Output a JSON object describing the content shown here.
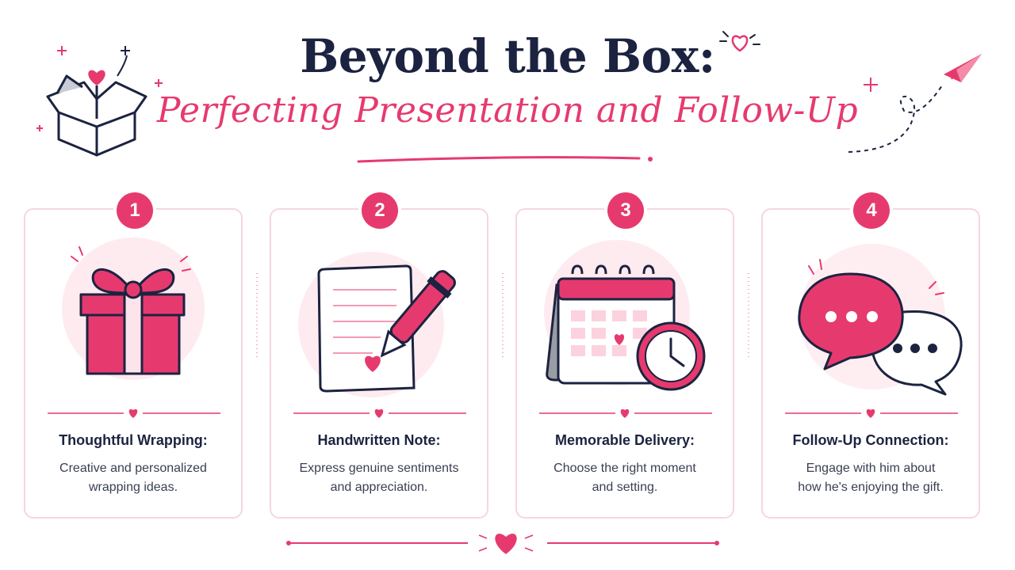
{
  "header": {
    "title": "Beyond the Box:",
    "subtitle": "Perfecting Presentation and Follow-Up"
  },
  "colors": {
    "accent": "#e63a6f",
    "accent_light": "#fde3ea",
    "navy": "#1c2340",
    "card_border": "#f6d6df"
  },
  "steps": [
    {
      "number": "1",
      "title": "Thoughtful Wrapping:",
      "desc_lines": [
        "Creative and personalized",
        "wrapping ideas."
      ],
      "icon": "gift-box-icon"
    },
    {
      "number": "2",
      "title": "Handwritten Note:",
      "desc_lines": [
        "Express genuine sentiments",
        "and appreciation."
      ],
      "icon": "note-pen-icon"
    },
    {
      "number": "3",
      "title": "Memorable Delivery:",
      "desc_lines": [
        "Choose the right moment",
        "and setting."
      ],
      "icon": "calendar-clock-icon"
    },
    {
      "number": "4",
      "title": "Follow-Up Connection:",
      "desc_lines": [
        "Engage with him about",
        "how he's enjoying the gift."
      ],
      "icon": "speech-bubbles-icon"
    }
  ]
}
